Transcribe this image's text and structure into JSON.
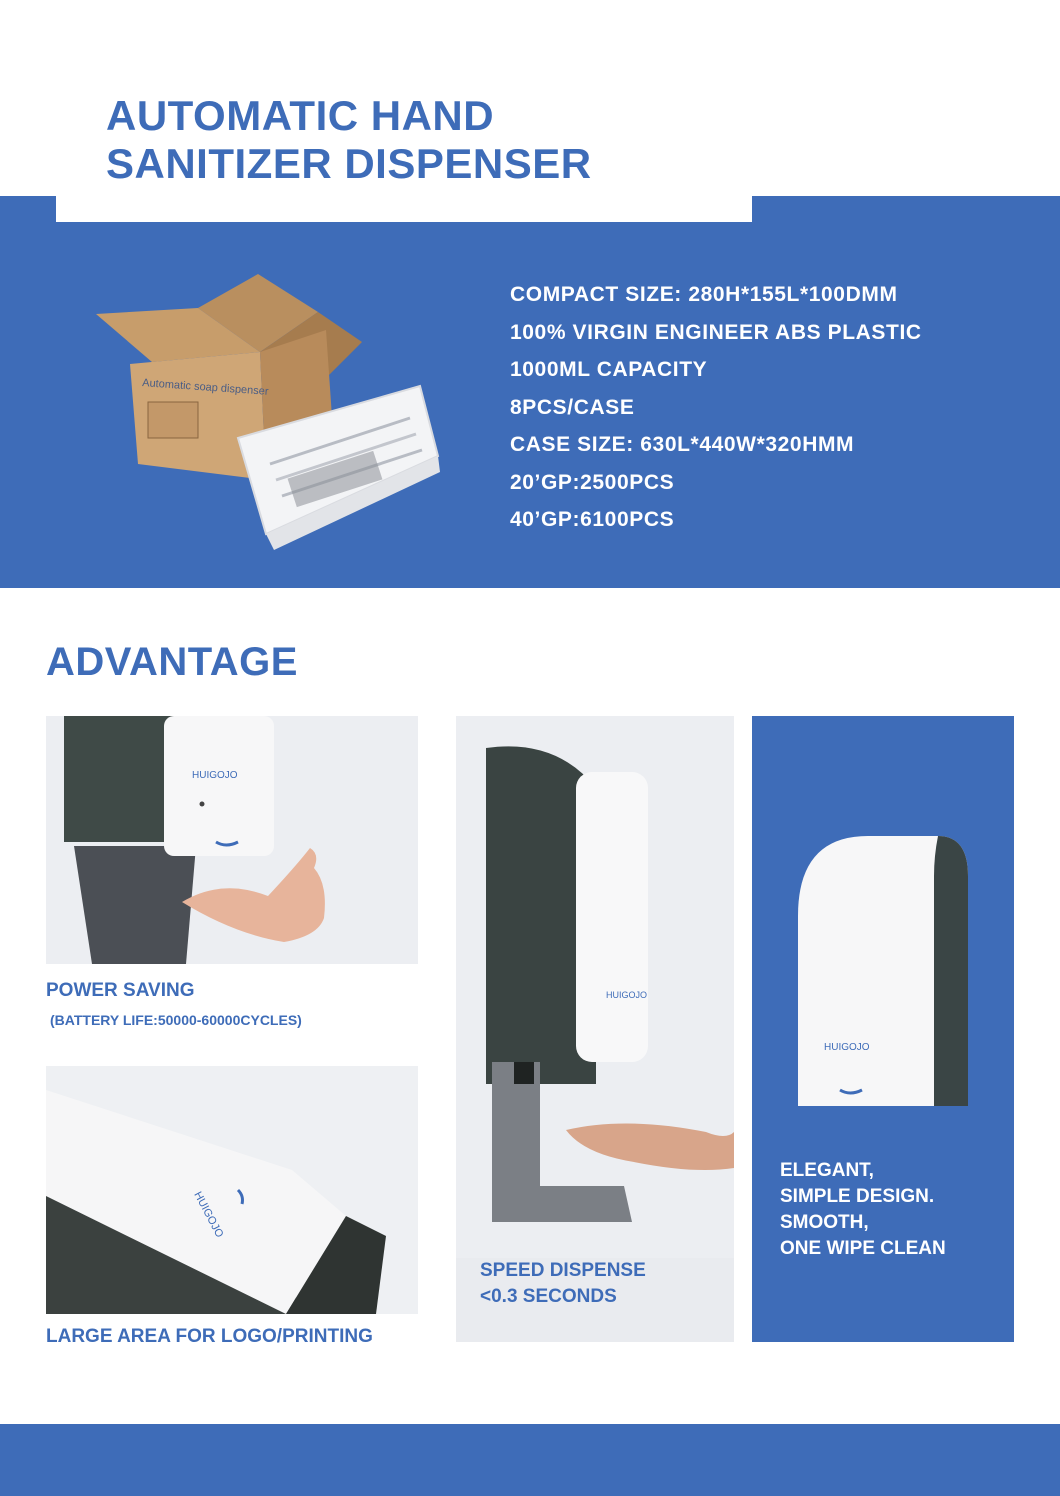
{
  "header": {
    "title_line1": "AUTOMATIC HAND",
    "title_line2": "SANITIZER DISPENSER"
  },
  "specs": [
    "COMPACT SIZE: 280H*155L*100DMM",
    "100% VIRGIN ENGINEER ABS PLASTIC",
    "1000ML CAPACITY",
    "8PCS/CASE",
    "CASE SIZE: 630L*440W*320HMM",
    "20’GP:2500PCS",
    "40’GP:6100PCS"
  ],
  "packaging_image": {
    "box_print": "Automatic soap dispenser"
  },
  "advantage": {
    "title": "ADVANTAGE",
    "power_saving": {
      "caption": "POWER SAVING",
      "subcaption": "(BATTERY LIFE:50000-60000CYCLES)",
      "brand": "HUIGOJO"
    },
    "logo_area": {
      "caption": "LARGE AREA FOR LOGO/PRINTING",
      "brand": "HUIGOJO"
    },
    "speed": {
      "caption_line1": "SPEED DISPENSE",
      "caption_line2": "<0.3 SECONDS",
      "brand": "HUIGOJO"
    },
    "design": {
      "line1": "ELEGANT,",
      "line2": "SIMPLE DESIGN.",
      "line3": "SMOOTH,",
      "line4": "ONE WIPE CLEAN",
      "brand": "HUIGOJO"
    }
  },
  "colors": {
    "brand_blue": "#3e6cb8",
    "white": "#ffffff"
  }
}
